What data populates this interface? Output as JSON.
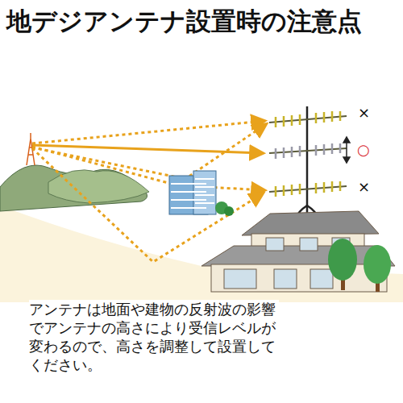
{
  "diagram": {
    "title": "地デジアンテナ設置時の注意点",
    "caption": "アンテナは地面や建物の反射波の影響でアンテナの高さにより受信レベルが変わるので、高さを調整して設置してください。",
    "labels": [
      "×",
      "○",
      "×"
    ]
  }
}
